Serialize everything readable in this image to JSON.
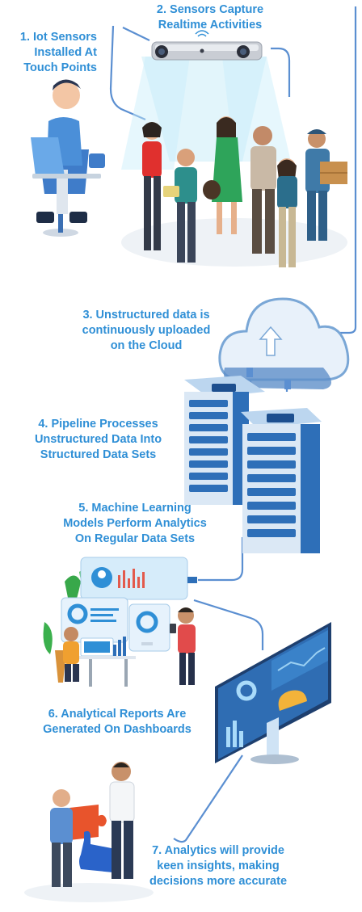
{
  "steps": [
    {
      "label": "1. Iot Sensors\nInstalled At\nTouch Points"
    },
    {
      "label": "2. Sensors Capture\nRealtime Activities"
    },
    {
      "label": "3. Unstructured data is\ncontinuously uploaded\non the Cloud"
    },
    {
      "label": "4. Pipeline Processes\nUnstructured Data Into\nStructured Data Sets"
    },
    {
      "label": "5. Machine Learning\nModels Perform Analytics\nOn Regular Data Sets"
    },
    {
      "label": "6. Analytical Reports Are\nGenerated On Dashboards"
    },
    {
      "label": "7. Analytics will provide\nkeen insights, making\ndecisions more accurate"
    }
  ],
  "colors": {
    "accent": "#2f8fd6",
    "server": "#2e6fb8",
    "cloud": "#6fa8dc",
    "wire": "#5b8fd1",
    "puzzle_orange": "#e8542c",
    "puzzle_blue": "#2a63c9"
  }
}
